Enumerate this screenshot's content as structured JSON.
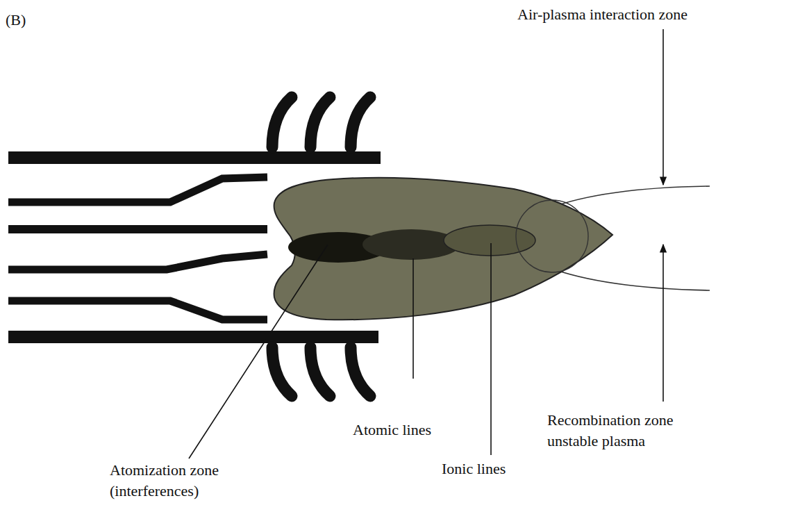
{
  "diagram": {
    "labels": [
      "(B)",
      "Air-plasma interaction zone",
      "Atomic lines",
      "Ionic lines",
      "Recombination zone unstable plasma",
      "Atomization zone (interferences)"
    ]
  }
}
